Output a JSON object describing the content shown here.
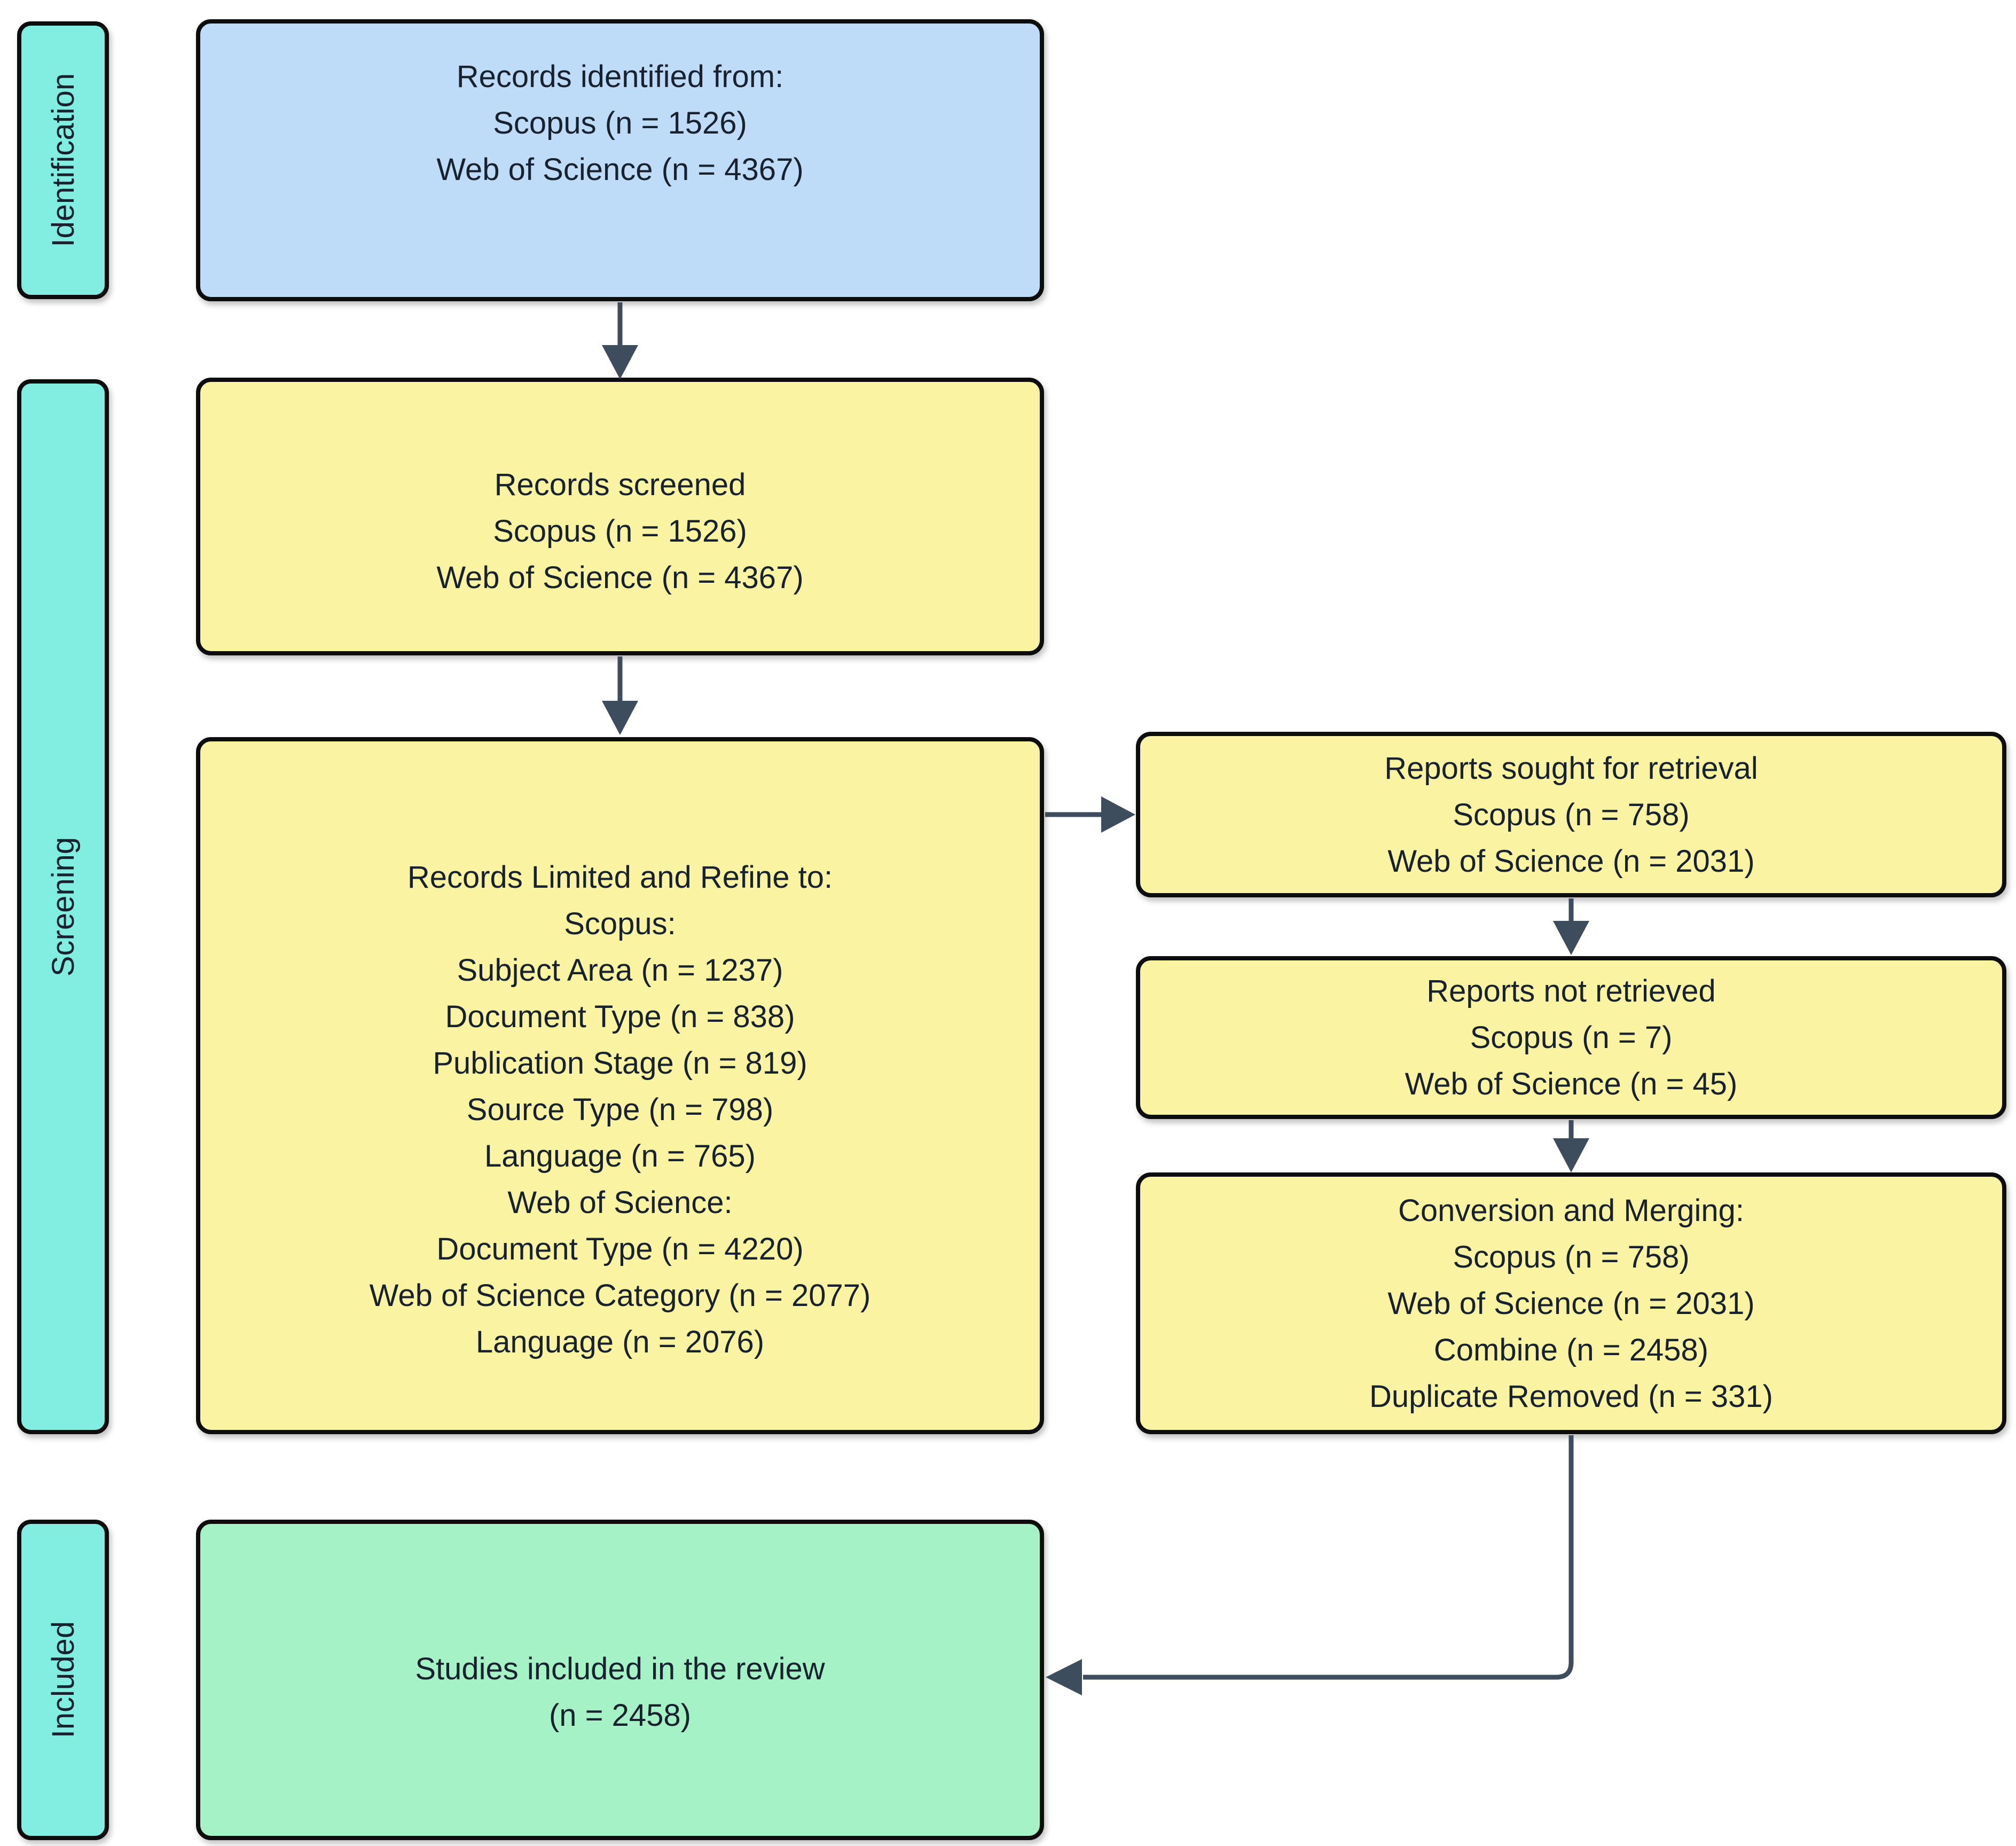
{
  "colors": {
    "teal": "#82EEE1",
    "blue": "#BEDCF8",
    "yellow": "#FAF3A1",
    "green": "#A4F2C6",
    "border": "#0D0D0D",
    "arrow": "#3E4D5E",
    "text": "#18222E",
    "background": "#FFFFFF"
  },
  "stages": {
    "identification": {
      "label": "Identification"
    },
    "screening": {
      "label": "Screening"
    },
    "included": {
      "label": "Included"
    }
  },
  "boxes": {
    "records_identified": {
      "lines": [
        "Records identified from:",
        "Scopus (n = 1526)",
        "Web of Science (n = 4367)"
      ]
    },
    "records_screened": {
      "lines": [
        "Records screened",
        "Scopus (n = 1526)",
        "Web of Science (n = 4367)"
      ]
    },
    "records_limited": {
      "lines": [
        "Records Limited and Refine to:",
        "Scopus:",
        "Subject Area (n = 1237)",
        "Document Type (n = 838)",
        "Publication Stage (n = 819)",
        "Source Type (n = 798)",
        "Language (n = 765)",
        "Web of Science:",
        "Document Type (n = 4220)",
        "Web of Science Category (n = 2077)",
        "Language (n = 2076)"
      ]
    },
    "reports_sought": {
      "lines": [
        "Reports sought for retrieval",
        "Scopus (n = 758)",
        "Web of Science (n = 2031)"
      ]
    },
    "reports_not_retrieved": {
      "lines": [
        "Reports not retrieved",
        "Scopus (n = 7)",
        "Web of Science (n = 45)"
      ]
    },
    "conversion_merging": {
      "lines": [
        "Conversion and Merging:",
        "Scopus (n = 758)",
        "Web of Science (n = 2031)",
        "Combine (n = 2458)",
        "Duplicate Removed (n = 331)"
      ]
    },
    "studies_included": {
      "lines": [
        "Studies included in the review",
        "(n = 2458)"
      ]
    }
  }
}
